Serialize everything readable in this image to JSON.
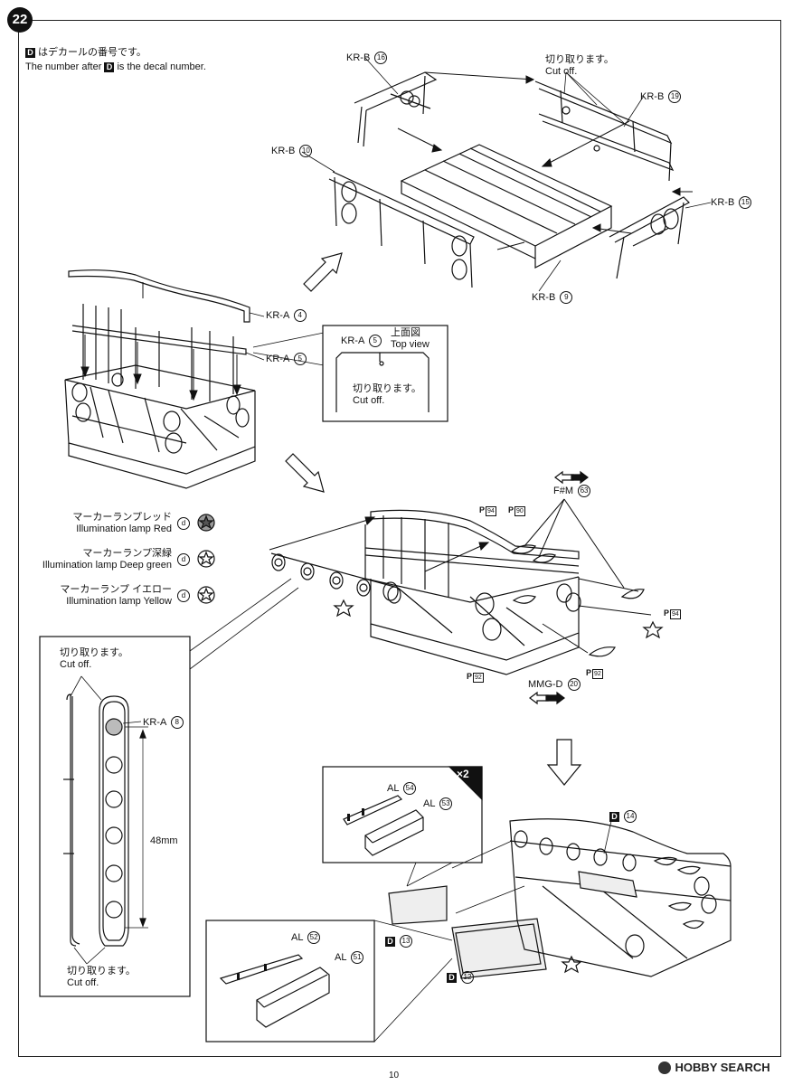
{
  "step": {
    "number": "22"
  },
  "note": {
    "d_letter": "D",
    "ja": "はデカールの番号です。",
    "en_prefix": "The number after",
    "en_suffix": "is the decal number."
  },
  "parts": {
    "kr_b16": {
      "code": "KR-B",
      "num": "16"
    },
    "kr_b10": {
      "code": "KR-B",
      "num": "10"
    },
    "kr_b19": {
      "code": "KR-B",
      "num": "19"
    },
    "kr_b15": {
      "code": "KR-B",
      "num": "15"
    },
    "kr_b9": {
      "code": "KR-B",
      "num": "9"
    },
    "kr_a4": {
      "code": "KR-A",
      "num": "4"
    },
    "kr_a5": {
      "code": "KR-A",
      "num": "5"
    },
    "kr_a5_top": {
      "code": "KR-A",
      "num": "5"
    },
    "kr_a8": {
      "code": "KR-A",
      "num": "8"
    },
    "fm63": {
      "code": "F#M",
      "num": "63"
    },
    "mmg_d20": {
      "code": "MMG-D",
      "num": "20"
    },
    "al54": {
      "code": "AL",
      "num": "54"
    },
    "al53": {
      "code": "AL",
      "num": "53"
    },
    "al52": {
      "code": "AL",
      "num": "52"
    },
    "al51": {
      "code": "AL",
      "num": "51"
    }
  },
  "cut_off": {
    "ja": "切り取ります。",
    "en": "Cut off."
  },
  "top_view": {
    "ja": "上面図",
    "en": "Top view"
  },
  "paints": [
    {
      "ja": "マーカーランプレッド",
      "en": "Illumination lamp Red",
      "code": "d",
      "color": "#9a9a9a"
    },
    {
      "ja": "マーカーランプ深緑",
      "en": "Illumination lamp Deep green",
      "code": "d",
      "color": "#ffffff"
    },
    {
      "ja": "マーカーランプ イエロー",
      "en": "Illumination lamp Yellow",
      "code": "d",
      "color": "#ffffff"
    }
  ],
  "ph_labels": {
    "p94_top": "94",
    "p90": "90",
    "p94_right": "94",
    "p92_left": "92",
    "p92_right": "92"
  },
  "dimension": "48mm",
  "multiplier": "×2",
  "decals": {
    "d14": "14",
    "d13": "13",
    "d12": "12",
    "letter": "D"
  },
  "page_number": "10",
  "watermark": "HOBBY SEARCH"
}
